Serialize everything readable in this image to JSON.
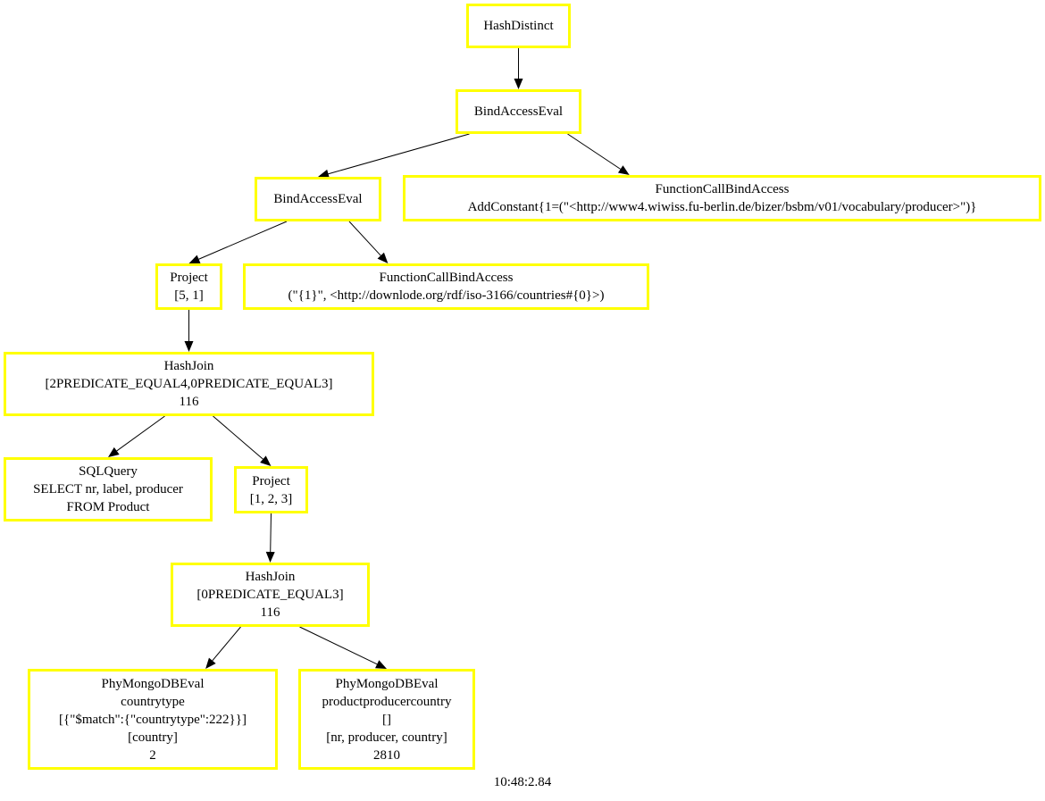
{
  "diagram": {
    "border_color": "#ffff00",
    "edge_color": "#000000",
    "nodes": [
      {
        "id": "n1",
        "lines": [
          "HashDistinct"
        ]
      },
      {
        "id": "n2",
        "lines": [
          "BindAccessEval"
        ]
      },
      {
        "id": "n3",
        "lines": [
          "BindAccessEval"
        ]
      },
      {
        "id": "n4",
        "lines": [
          "FunctionCallBindAccess",
          "AddConstant{1=(\"<http://www4.wiwiss.fu-berlin.de/bizer/bsbm/v01/vocabulary/producer>\")}"
        ]
      },
      {
        "id": "n5",
        "lines": [
          "Project",
          "[5, 1]"
        ]
      },
      {
        "id": "n6",
        "lines": [
          "FunctionCallBindAccess",
          "(\"{1}\", <http://downlode.org/rdf/iso-3166/countries#{0}>)"
        ]
      },
      {
        "id": "n7",
        "lines": [
          "HashJoin",
          "[2PREDICATE_EQUAL4,0PREDICATE_EQUAL3]",
          "116"
        ]
      },
      {
        "id": "n8",
        "lines": [
          "SQLQuery",
          "SELECT nr, label, producer",
          "FROM Product"
        ]
      },
      {
        "id": "n9",
        "lines": [
          "Project",
          "[1, 2, 3]"
        ]
      },
      {
        "id": "n10",
        "lines": [
          "HashJoin",
          "[0PREDICATE_EQUAL3]",
          "116"
        ]
      },
      {
        "id": "n11",
        "lines": [
          "PhyMongoDBEval",
          "countrytype",
          "[{\"$match\":{\"countrytype\":222}}]",
          "[country]",
          "2"
        ]
      },
      {
        "id": "n12",
        "lines": [
          "PhyMongoDBEval",
          "productproducercountry",
          "[]",
          "[nr, producer, country]",
          "2810"
        ]
      }
    ],
    "edges": [
      {
        "from": "n1",
        "to": "n2"
      },
      {
        "from": "n2",
        "to": "n3"
      },
      {
        "from": "n2",
        "to": "n4"
      },
      {
        "from": "n3",
        "to": "n5"
      },
      {
        "from": "n3",
        "to": "n6"
      },
      {
        "from": "n5",
        "to": "n7"
      },
      {
        "from": "n7",
        "to": "n8"
      },
      {
        "from": "n7",
        "to": "n9"
      },
      {
        "from": "n9",
        "to": "n10"
      },
      {
        "from": "n10",
        "to": "n11"
      },
      {
        "from": "n10",
        "to": "n12"
      }
    ],
    "footer": "10:48:2.84"
  }
}
